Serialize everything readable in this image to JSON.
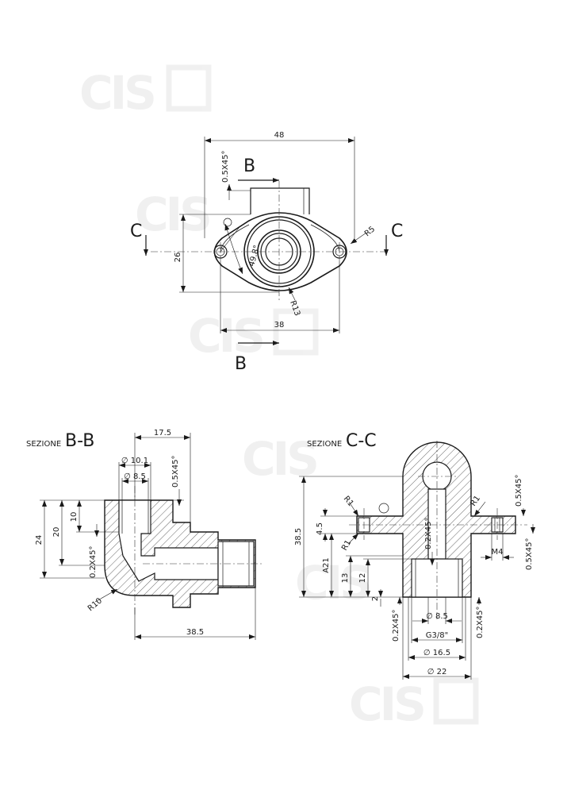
{
  "watermark": {
    "text": "CIS",
    "color": "#b0b0b0"
  },
  "top_view": {
    "dims": {
      "width_48": "48",
      "height_26": "26",
      "holes_38": "38",
      "chamfer": "0.5X45°",
      "r5": "R5",
      "r13": "R13",
      "angle": "49.8°"
    },
    "section_letters": {
      "b_top": "B",
      "b_bottom": "B",
      "c_left": "C",
      "c_right": "C"
    }
  },
  "section_bb": {
    "prefix": "SEZIONE",
    "name": "B-B",
    "dims": {
      "d17_5": "17.5",
      "d10_1": "∅ 10.1",
      "d8_5": "∅ 8.5",
      "chamfer": "0.5X45°",
      "h24": "24",
      "h20": "20",
      "h10": "10",
      "chamfer2": "0.2X45°",
      "r10": "R10",
      "l38_5": "38.5"
    }
  },
  "section_cc": {
    "prefix": "SEZIONE",
    "name": "C-C",
    "dims": {
      "h38_5": "38.5",
      "r1_a": "R1",
      "r1_b": "R1",
      "r1_c": "R1",
      "chamfer_tr": "0.5X45°",
      "h4_5": "4.5",
      "chamfer_c": "0.2X45°",
      "m4": "M4",
      "chamfer_r": "0.5X45°",
      "a21": "A21",
      "h13": "13",
      "h12": "12",
      "h2": "2",
      "chamfer_l": "0.2X45°",
      "chamfer_br": "0.2X45°",
      "d8_5": "∅ 8.5",
      "g38": "G3/8\"",
      "d16_5": "∅ 16.5",
      "d22": "∅ 22"
    }
  }
}
